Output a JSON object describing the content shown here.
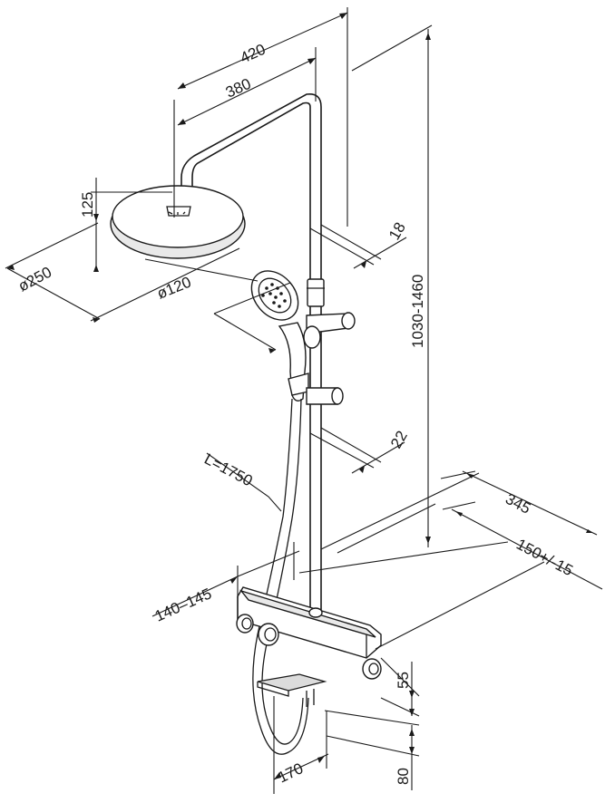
{
  "dimensions": {
    "d420": "420",
    "d380": "380",
    "d125": "125",
    "d250": "ø250",
    "d120": "ø120",
    "d18": "18",
    "d1030": "1030-1460",
    "d22": "22",
    "hose": "L=1750",
    "d345": "345",
    "d150": "150+/-15",
    "d140": "140–145",
    "d55": "55",
    "d170": "170",
    "d80": "80"
  },
  "colors": {
    "line": "#1a1a1a",
    "panel": "#e9e9e9",
    "background": "#ffffff"
  }
}
